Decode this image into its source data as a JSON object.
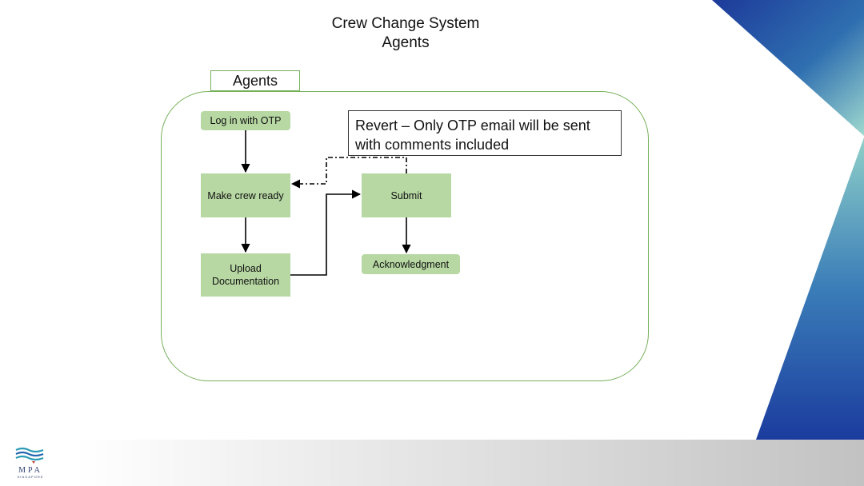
{
  "slide": {
    "title_line1": "Crew Change System",
    "title_line2": "Agents"
  },
  "diagram": {
    "container_label": "Agents",
    "nodes": {
      "login": "Log in with OTP",
      "make_crew_ready": "Make crew ready",
      "upload_line1": "Upload",
      "upload_line2": "Documentation",
      "submit": "Submit",
      "acknowledgment": "Acknowledgment"
    },
    "callout": "Revert – Only OTP email will be sent with comments included"
  },
  "colors": {
    "node_fill": "#b7d8a3",
    "container_border": "#77b05a",
    "accent_blue": "#1f3e9c",
    "accent_teal": "#8fd0c8"
  },
  "logo": {
    "text": "MPA",
    "subtext": "SINGAPORE"
  }
}
